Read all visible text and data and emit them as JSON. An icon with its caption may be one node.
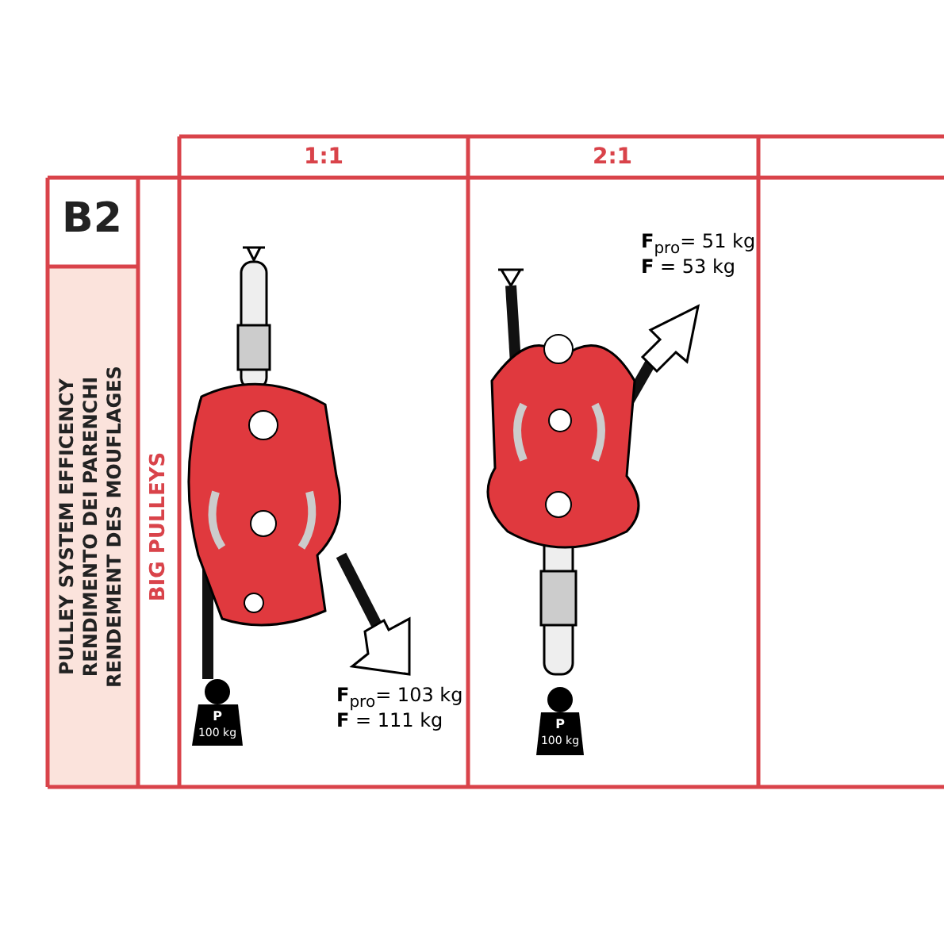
{
  "diagram": {
    "labels": [
      "1:1",
      "2:1",
      "B2",
      "PULLEY SYSTEM EFFICENCY",
      "RENDIMENTO DEI PARENCHI",
      "RENDEMENT DES MOUFLAGES",
      "BIG PULLEYS",
      "**F**$_{pro}$= 103 kg",
      "**F** = 111 kg",
      "P",
      "100 kg",
      "**F**$_{pro}$= 51 kg",
      "**F** = 53 kg",
      "P",
      "100 kg"
    ]
  }
}
